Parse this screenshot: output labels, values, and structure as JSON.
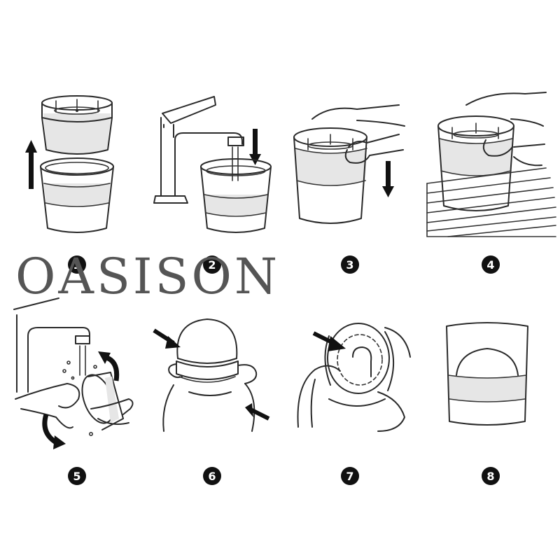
{
  "brand": {
    "text": "OASISON",
    "color": "#555555"
  },
  "steps": [
    {
      "number": "1"
    },
    {
      "number": "2"
    },
    {
      "number": "3"
    },
    {
      "number": "4"
    },
    {
      "number": "5"
    },
    {
      "number": "6"
    },
    {
      "number": "7"
    },
    {
      "number": "8"
    }
  ],
  "colors": {
    "line": "#2a2a2a",
    "band": "#e6e6e6",
    "badge": "#111111"
  }
}
